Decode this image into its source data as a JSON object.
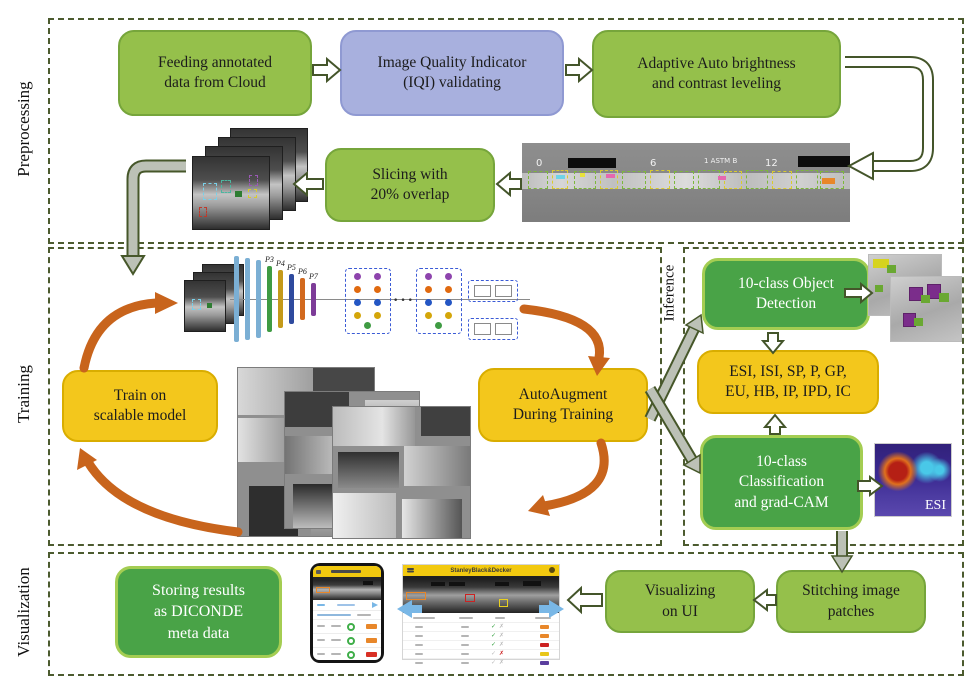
{
  "sections": {
    "preprocessing": "Preprocessing",
    "training": "Training",
    "inference": "Inference",
    "visualization": "Visualization"
  },
  "boxes": {
    "feeding": "Feeding annotated\ndata from Cloud",
    "iqi": "Image Quality Indicator\n(IQI) validating",
    "adaptive": "Adaptive Auto brightness\nand contrast leveling",
    "slicing": "Slicing with\n20% overlap",
    "train": "Train on\nscalable model",
    "autoaugment": "AutoAugment\nDuring Training",
    "detection": "10-class Object\nDetection",
    "classes": "ESI, ISI, SP, P, GP,\nEU, HB, IP, IPD, IC",
    "classification": "10-class\nClassification\nand grad-CAM",
    "stitching": "Stitching image\npatches",
    "visualizing": "Visualizing\non UI",
    "storing": "Storing results\nas DICONDE\nmeta data"
  },
  "weld_image": {
    "markers": {
      "m0": "0",
      "m6": "6",
      "astm": "1 ASTM B",
      "m12": "12"
    }
  },
  "nn": {
    "levels": {
      "p3": "P3",
      "p4": "P4",
      "p5": "P5",
      "p6": "P6",
      "p7": "P7"
    },
    "ellipsis": "···"
  },
  "gradcam_label": "ESI",
  "ui_app": {
    "title": "StanleyBlack&Decker"
  },
  "ui_table": {
    "rows": [
      {
        "check": "green",
        "cross": "gray",
        "badge": "#e8872a"
      },
      {
        "check": "green",
        "cross": "gray",
        "badge": "#e8872a"
      },
      {
        "check": "green",
        "cross": "gray",
        "badge": "#cc2222"
      },
      {
        "check": "gray",
        "cross": "red",
        "badge": "#e8c619"
      },
      {
        "check": "gray",
        "cross": "gray",
        "badge": "#5b3e9e"
      }
    ]
  },
  "phone_ui": {
    "toggle_color": "#3fae49",
    "badges": [
      "#e8872a",
      "#e8872a",
      "#d93025"
    ]
  },
  "colors": {
    "green_box": "#95c04b",
    "green_border": "#76a53b",
    "blue_box": "#a8b0de",
    "yellow_box": "#f3c71c",
    "dark_green_box": "#49a347",
    "dark_green_border": "#a4cd52",
    "section_dash": "#4c5b2f",
    "orange_arrow": "#c8641c",
    "gray_arrow": "#b9beb3",
    "blue_arrow": "#79b7e6"
  }
}
